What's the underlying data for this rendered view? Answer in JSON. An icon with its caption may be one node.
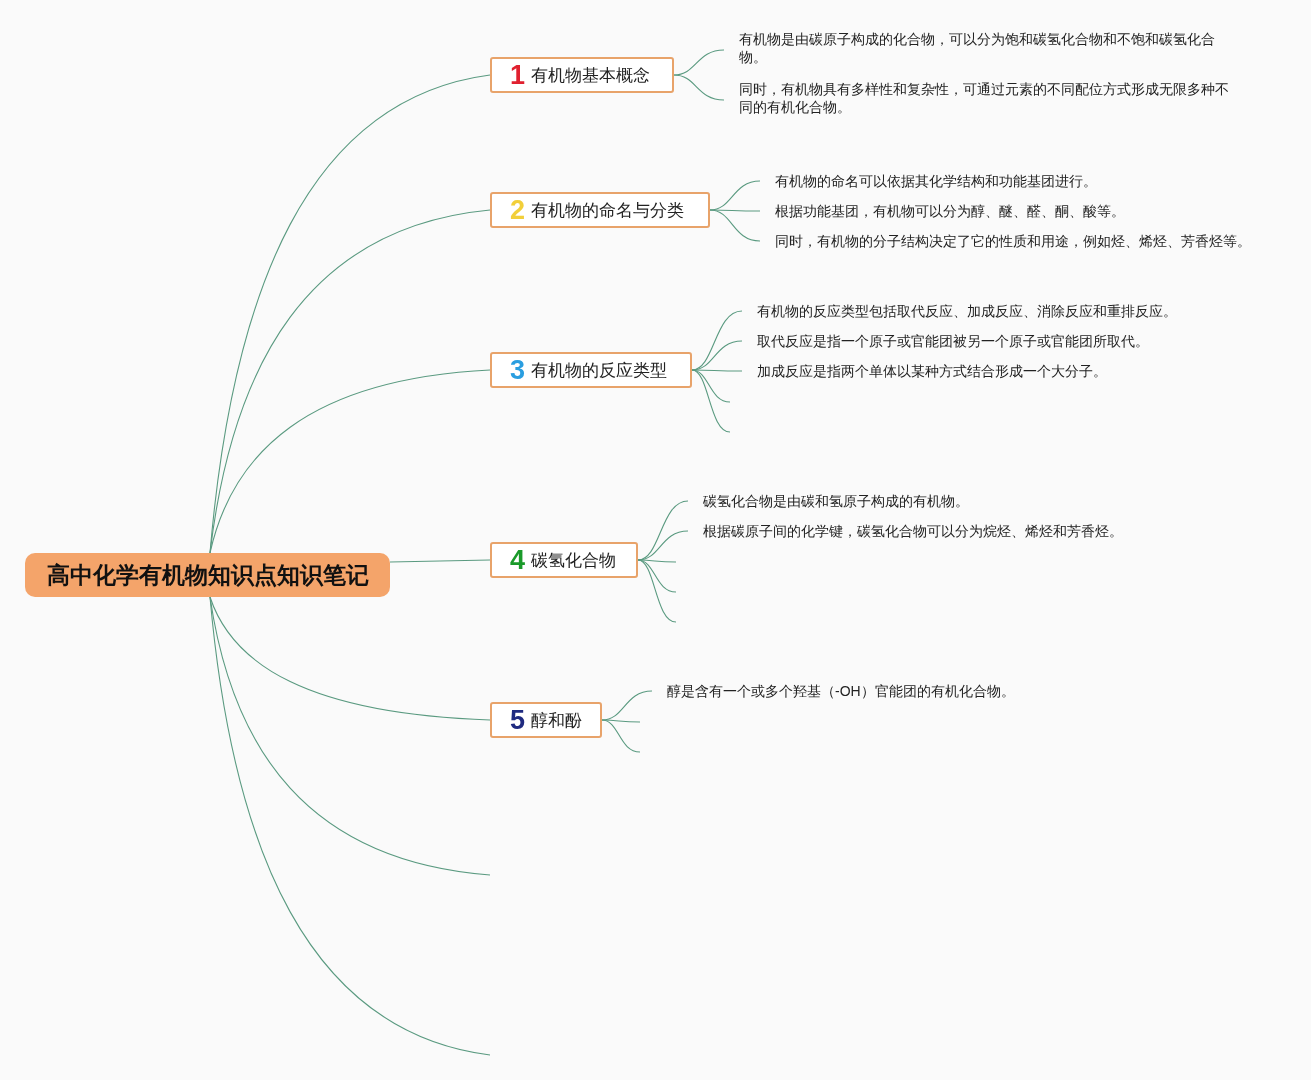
{
  "diagram": {
    "nodes": [
      {
        "text": [
          "高中化学有机物知识点知识笔记"
        ]
      },
      {
        "text": [
          "1",
          "有机物基本概念"
        ]
      },
      {
        "text": [
          "有机物是由碳原子构成的化合物，可以分为饱和碳氢化合物和不饱和碳氢化合物。"
        ]
      },
      {
        "text": [
          "同时，有机物具有多样性和复杂性，可通过元素的不同配位方式形成无限多种不同的有机化合物。"
        ]
      },
      {
        "text": [
          "2",
          "有机物的命名与分类"
        ]
      },
      {
        "text": [
          "有机物的命名可以依据其化学结构和功能基团进行。"
        ]
      },
      {
        "text": [
          "根据功能基团，有机物可以分为醇、醚、醛、酮、酸等。"
        ]
      },
      {
        "text": [
          "同时，有机物的分子结构决定了它的性质和用途，例如烃、烯烃、芳香烃等。"
        ]
      },
      {
        "text": [
          "3",
          "有机物的反应类型"
        ]
      },
      {
        "text": [
          "有机物的反应类型包括取代反应、加成反应、消除反应和重排反应。"
        ]
      },
      {
        "text": [
          "取代反应是指一个原子或官能团被另一个原子或官能团所取代。"
        ]
      },
      {
        "text": [
          "加成反应是指两个单体以某种方式结合形成一个大分子。"
        ]
      },
      {
        "text": [
          "4",
          "碳氢化合物"
        ]
      },
      {
        "text": [
          "碳氢化合物是由碳和氢原子构成的有机物。"
        ]
      },
      {
        "text": [
          "根据碳原子间的化学键，碳氢化合物可以分为烷烃、烯烃和芳香烃。"
        ]
      },
      {
        "text": [
          "5",
          "醇和酚"
        ]
      },
      {
        "text": [
          "醇是含有一个或多个羟基（-OH）官能团的有机化合物。"
        ]
      }
    ],
    "edges": [
      {
        "from": 0,
        "to": 1,
        "arrow": "none"
      },
      {
        "from": 0,
        "to": 4,
        "arrow": "none"
      },
      {
        "from": 0,
        "to": 8,
        "arrow": "none"
      },
      {
        "from": 0,
        "to": 12,
        "arrow": "none"
      },
      {
        "from": 0,
        "to": 15,
        "arrow": "none"
      },
      {
        "from": 0,
        "to": null,
        "arrow": "none"
      },
      {
        "from": 0,
        "to": null,
        "arrow": "none"
      },
      {
        "from": 1,
        "to": 2,
        "arrow": "none"
      },
      {
        "from": 1,
        "to": 3,
        "arrow": "none"
      },
      {
        "from": 4,
        "to": 5,
        "arrow": "none"
      },
      {
        "from": 4,
        "to": 6,
        "arrow": "none"
      },
      {
        "from": 4,
        "to": 7,
        "arrow": "none"
      },
      {
        "from": 8,
        "to": 9,
        "arrow": "none"
      },
      {
        "from": 8,
        "to": 10,
        "arrow": "none"
      },
      {
        "from": 8,
        "to": 11,
        "arrow": "none"
      },
      {
        "from": 8,
        "to": null,
        "arrow": "none"
      },
      {
        "from": 8,
        "to": null,
        "arrow": "none"
      },
      {
        "from": 12,
        "to": 13,
        "arrow": "none"
      },
      {
        "from": 12,
        "to": 14,
        "arrow": "none"
      },
      {
        "from": 12,
        "to": null,
        "arrow": "none"
      },
      {
        "from": 12,
        "to": null,
        "arrow": "none"
      },
      {
        "from": 12,
        "to": null,
        "arrow": "none"
      },
      {
        "from": 15,
        "to": 16,
        "arrow": "none"
      },
      {
        "from": 15,
        "to": null,
        "arrow": "none"
      },
      {
        "from": 15,
        "to": null,
        "arrow": "none"
      }
    ]
  }
}
